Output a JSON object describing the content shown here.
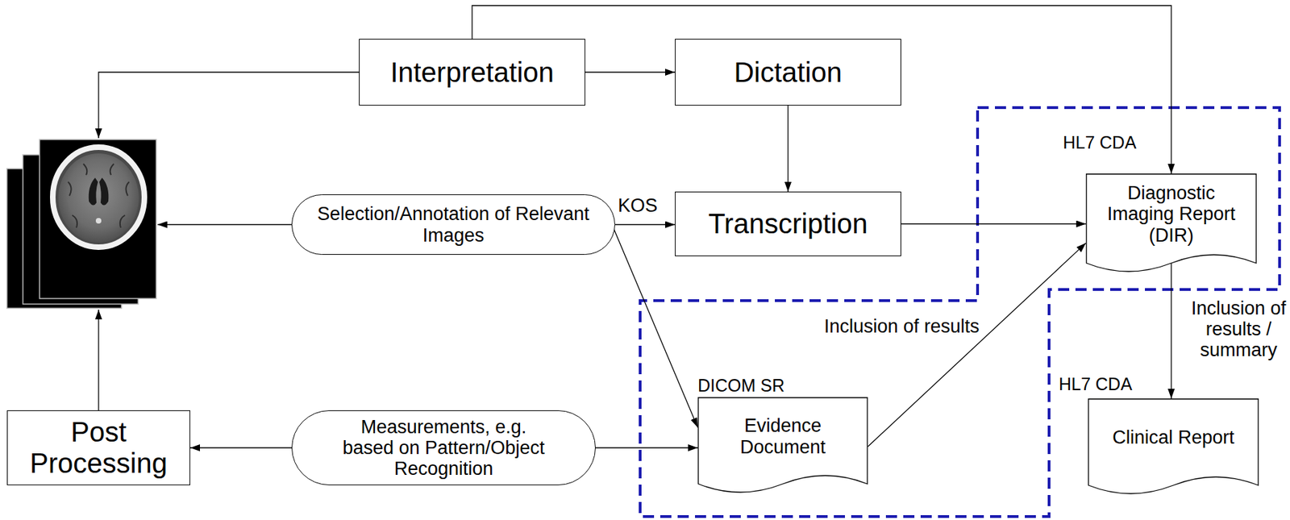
{
  "diagram": {
    "nodes": [
      {
        "text": [
          "Interpretation"
        ]
      },
      {
        "text": [
          "Dictation"
        ]
      },
      {
        "text": [
          "Selection/Annotation of Relevant Images"
        ]
      },
      {
        "text": [
          "Transcription"
        ]
      },
      {
        "text": [
          "HL7 CDA",
          "Diagnostic Imaging Report (DIR)"
        ]
      },
      {
        "text": [
          "DICOM SR",
          "Evidence Document"
        ]
      },
      {
        "text": [
          "HL7 CDA",
          "Clinical Report"
        ]
      },
      {
        "text": [
          "Post Processing"
        ]
      },
      {
        "text": [
          "Measurements, e.g. based on Pattern/Object Recognition"
        ]
      }
    ],
    "edges": [
      {
        "from": 0,
        "to": 1,
        "arrow": "to"
      },
      {
        "from": 0,
        "to": 4,
        "arrow": "to"
      },
      {
        "from": 1,
        "to": 3,
        "arrow": "to"
      },
      {
        "from": 2,
        "to": 3,
        "label": "KOS",
        "arrow": "to"
      },
      {
        "from": 2,
        "to": 5,
        "arrow": "to"
      },
      {
        "from": 3,
        "to": 4,
        "arrow": "to"
      },
      {
        "from": 5,
        "to": 4,
        "label": "Inclusion of results",
        "arrow": "to"
      },
      {
        "from": 4,
        "to": 6,
        "label": "Inclusion of results / summary",
        "arrow": "to"
      },
      {
        "from": 8,
        "to": 7,
        "arrow": "to"
      },
      {
        "from": 8,
        "to": 5,
        "arrow": "to"
      }
    ]
  }
}
